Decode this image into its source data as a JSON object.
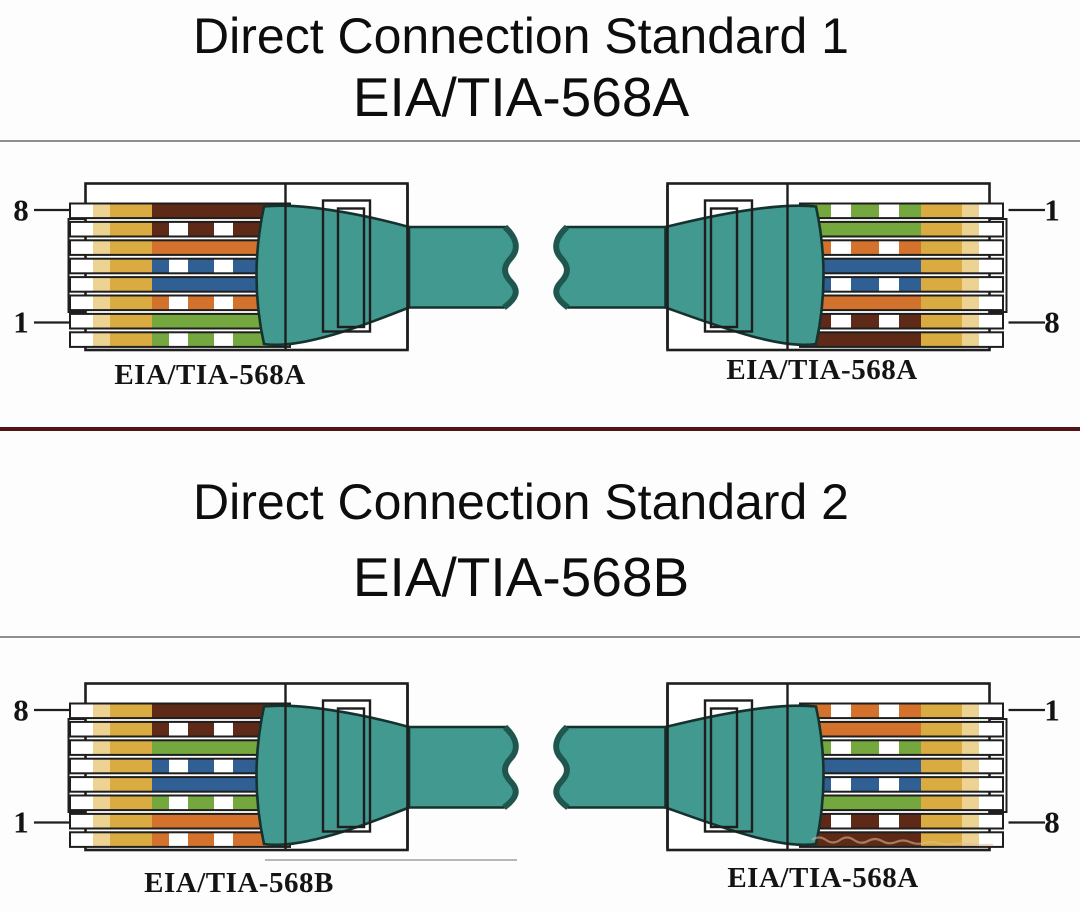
{
  "page": {
    "background": "#fdfdfd",
    "separator_color": "#571418",
    "rule_color": "#8f8f8f"
  },
  "palette": {
    "outline": "#1e1e1e",
    "gold": "#d9ab41",
    "gold_pale": "#ecd391",
    "teal": "#41998f",
    "teal_edge": "#16322e",
    "teal_cap": "#1f574f",
    "label_ink": "#141414",
    "wire_colors": {
      "brown": "#5e2a17",
      "orange": "#d3722d",
      "blue": "#2f5f93",
      "green": "#74a73d"
    }
  },
  "panels": [
    {
      "title": "Direct Connection Standard 1",
      "subtitle": "EIA/TIA-568A",
      "left": {
        "caption": "EIA/TIA-568A",
        "pin_top": "8",
        "pin_bottom": "1",
        "wires_top_to_bottom": [
          "brown",
          "white-brown",
          "orange",
          "white-blue",
          "blue",
          "white-orange",
          "green",
          "white-green"
        ]
      },
      "right": {
        "caption": "EIA/TIA-568A",
        "pin_top": "1",
        "pin_bottom": "8",
        "wires_top_to_bottom": [
          "white-green",
          "green",
          "white-orange",
          "blue",
          "white-blue",
          "orange",
          "white-brown",
          "brown"
        ]
      }
    },
    {
      "title": "Direct Connection Standard 2",
      "subtitle": "EIA/TIA-568B",
      "left": {
        "caption": "EIA/TIA-568B",
        "pin_top": "8",
        "pin_bottom": "1",
        "wires_top_to_bottom": [
          "brown",
          "white-brown",
          "green",
          "white-blue",
          "blue",
          "white-green",
          "orange",
          "white-orange"
        ]
      },
      "right": {
        "caption": "EIA/TIA-568A",
        "pin_top": "1",
        "pin_bottom": "8",
        "wires_top_to_bottom": [
          "white-orange",
          "orange",
          "white-green",
          "blue",
          "white-blue",
          "green",
          "white-brown",
          "brown"
        ]
      }
    }
  ]
}
